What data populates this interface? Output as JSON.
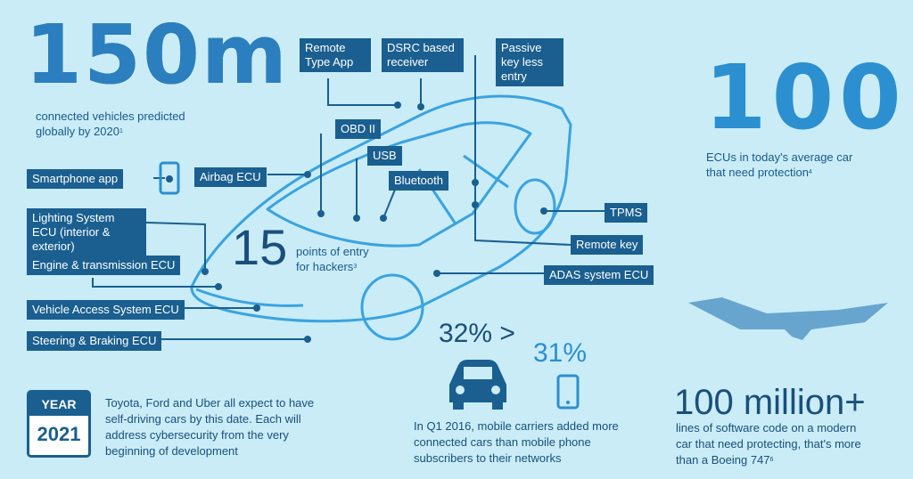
{
  "top_left": {
    "headline": "150m",
    "caption": "connected vehicles predicted globally by 2020",
    "footnote": "1"
  },
  "top_right": {
    "headline": "100",
    "caption_line1": "ECUs in today's average car",
    "caption_line2": "that need protection",
    "footnote": "4"
  },
  "center_stat": {
    "number": "15",
    "caption_line1": "points of entry",
    "caption_line2": "for hackers",
    "footnote": "3"
  },
  "labels": {
    "remote_type_app": "Remote Type App",
    "dsrc_receiver": "DSRC based receiver",
    "passive_key": "Passive key less entry",
    "obd": "OBD II",
    "usb": "USB",
    "bluetooth": "Bluetooth",
    "smartphone_app": "Smartphone app",
    "airbag_ecu": "Airbag ECU",
    "lighting_ecu": "Lighting System ECU (interior & exterior)",
    "engine_ecu": "Engine & transmission ECU",
    "vehicle_access_ecu": "Vehicle Access System ECU",
    "steering_ecu": "Steering & Braking ECU",
    "tpms": "TPMS",
    "remote_key": "Remote key",
    "adas_ecu": "ADAS system ECU"
  },
  "year_block": {
    "year_label": "YEAR",
    "year": "2021",
    "text": "Toyota, Ford and Uber all expect to have self-driving cars by this date. Each will address cybersecurity from the very beginning of development"
  },
  "mobile_block": {
    "left_pct": "32%",
    "arrow": ">",
    "right_pct": "31%",
    "text": "In Q1 2016, mobile carriers added more connected cars than mobile phone subscribers to their networks"
  },
  "software_block": {
    "headline": "100 million+",
    "text_line1": "lines of software code on a modern",
    "text_line2": "car that need protecting, that's more",
    "text_line3": "than a Boeing 747",
    "footnote": "6"
  },
  "colors": {
    "background": "#c9ecf7",
    "label_fill": "#1a5f8f",
    "accent": "#2b8fd0",
    "car_outline": "#3aa3e0"
  }
}
